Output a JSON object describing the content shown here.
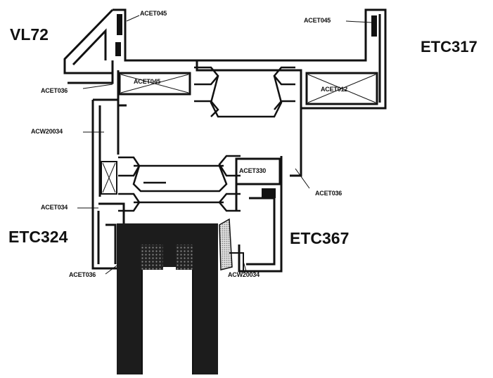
{
  "profiles": {
    "vl72": "VL72",
    "etc317": "ETC317",
    "etc324": "ETC324",
    "etc367": "ETC367"
  },
  "parts": {
    "acet045_left": "ACET045",
    "acet045_right": "ACET045",
    "acet036_top": "ACET036",
    "acet045_box": "ACET045",
    "acet012": "ACET012",
    "acw20034_left": "ACW20034",
    "acet036_mid": "ACET036",
    "acet034": "ACET034",
    "acet330": "ACET330",
    "acet036_bottom": "ACET036",
    "acw20034_bottom": "ACW20034"
  },
  "colors": {
    "line": "#111111",
    "glass": "#2a2a2a",
    "gasket": "#bdbdbd"
  }
}
